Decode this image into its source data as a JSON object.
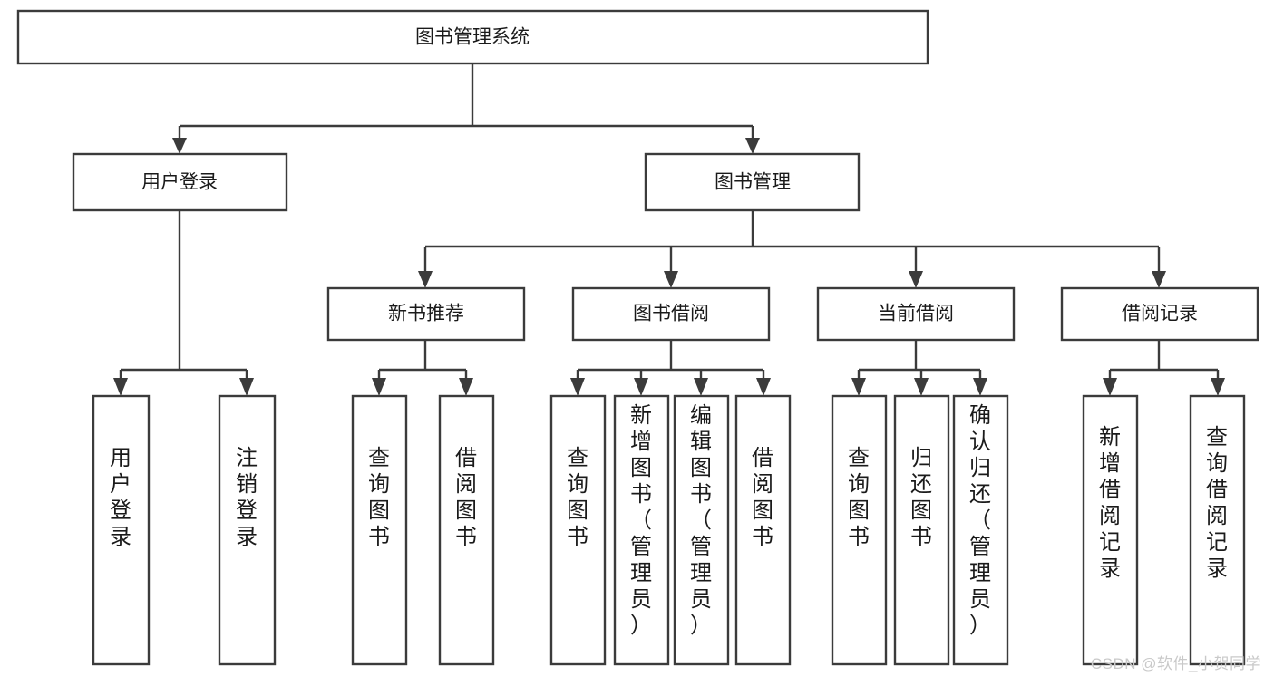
{
  "diagram": {
    "title": "图书管理系统",
    "type": "tree",
    "orientation": "top-down",
    "colors": {
      "box_stroke": "#3b3b3b",
      "box_fill": "#ffffff",
      "connector": "#3b3b3b",
      "text": "#1a1a1a",
      "watermark": "#c9c9c9",
      "background": "#ffffff"
    },
    "nodes": {
      "root": {
        "label": "图书管理系统",
        "level": 1,
        "orientation": "horizontal"
      },
      "l2": [
        {
          "id": "user-login",
          "label": "用户登录",
          "level": 2,
          "orientation": "horizontal"
        },
        {
          "id": "book-manage",
          "label": "图书管理",
          "level": 2,
          "orientation": "horizontal"
        }
      ],
      "l3": [
        {
          "id": "new-book-recommend",
          "label": "新书推荐",
          "level": 3,
          "orientation": "horizontal",
          "parent": "book-manage"
        },
        {
          "id": "book-borrow",
          "label": "图书借阅",
          "level": 3,
          "orientation": "horizontal",
          "parent": "book-manage"
        },
        {
          "id": "current-borrow",
          "label": "当前借阅",
          "level": 3,
          "orientation": "horizontal",
          "parent": "book-manage"
        },
        {
          "id": "borrow-record",
          "label": "借阅记录",
          "level": 3,
          "orientation": "horizontal",
          "parent": "borrow-record"
        }
      ],
      "leaves": [
        {
          "id": "leaf-user-login",
          "label": "用户登录",
          "parent": "user-login",
          "orientation": "vertical"
        },
        {
          "id": "leaf-user-logout",
          "label": "注销登录",
          "parent": "user-login",
          "orientation": "vertical"
        },
        {
          "id": "leaf-query-book-1",
          "label": "查询图书",
          "parent": "new-book-recommend",
          "orientation": "vertical"
        },
        {
          "id": "leaf-borrow-book-1",
          "label": "借阅图书",
          "parent": "new-book-recommend",
          "orientation": "vertical"
        },
        {
          "id": "leaf-query-book-2",
          "label": "查询图书",
          "parent": "book-borrow",
          "orientation": "vertical"
        },
        {
          "id": "leaf-add-book",
          "label": "新增图书（管理员）",
          "parent": "book-borrow",
          "orientation": "vertical"
        },
        {
          "id": "leaf-edit-book",
          "label": "编辑图书（管理员）",
          "parent": "book-borrow",
          "orientation": "vertical"
        },
        {
          "id": "leaf-borrow-book-2",
          "label": "借阅图书",
          "parent": "book-borrow",
          "orientation": "vertical"
        },
        {
          "id": "leaf-query-book-3",
          "label": "查询图书",
          "parent": "current-borrow",
          "orientation": "vertical"
        },
        {
          "id": "leaf-return-book",
          "label": "归还图书",
          "parent": "current-borrow",
          "orientation": "vertical"
        },
        {
          "id": "leaf-confirm-return",
          "label": "确认归还（管理员）",
          "parent": "current-borrow",
          "orientation": "vertical"
        },
        {
          "id": "leaf-add-record",
          "label": "新增借阅记录",
          "parent": "borrow-record",
          "orientation": "vertical"
        },
        {
          "id": "leaf-query-record",
          "label": "查询借阅记录",
          "parent": "borrow-record",
          "orientation": "vertical"
        }
      ]
    }
  },
  "watermark": {
    "text": "CSDN @软件_小贺同学"
  }
}
